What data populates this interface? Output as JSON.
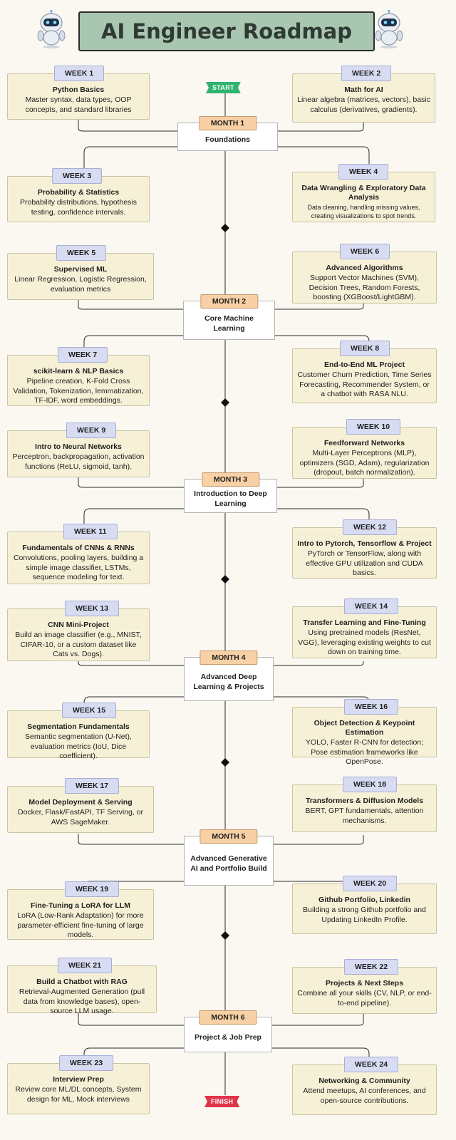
{
  "title": "AI Engineer Roadmap",
  "start_label": "START",
  "finish_label": "FINISH",
  "months": [
    {
      "tag": "MONTH 1",
      "title": "Foundations"
    },
    {
      "tag": "MONTH 2",
      "title": "Core Machine Learning"
    },
    {
      "tag": "MONTH 3",
      "title": "Introduction to Deep Learning"
    },
    {
      "tag": "MONTH 4",
      "title": "Advanced Deep Learning  & Projects"
    },
    {
      "tag": "MONTH 5",
      "title": "Advanced Generative AI and Portfolio Build"
    },
    {
      "tag": "MONTH 6",
      "title": "Project & Job Prep"
    }
  ],
  "weeks": [
    {
      "tag": "WEEK 1",
      "title": "Python Basics",
      "desc": "Master syntax, data types, OOP concepts, and standard libraries"
    },
    {
      "tag": "WEEK 2",
      "title": "Math for AI",
      "desc": "Linear algebra (matrices, vectors), basic calculus (derivatives, gradients)."
    },
    {
      "tag": "WEEK 3",
      "title": "Probability & Statistics",
      "desc": "Probability distributions, hypothesis testing, confidence intervals."
    },
    {
      "tag": "WEEK 4",
      "title": "Data Wrangling & Exploratory Data Analysis",
      "desc": "Data cleaning, handling missing values, creating visualizations to spot trends."
    },
    {
      "tag": "WEEK 5",
      "title": "Supervised ML",
      "desc": "Linear Regression, Logistic Regression, evaluation metrics"
    },
    {
      "tag": "WEEK 6",
      "title": "Advanced Algorithms",
      "desc": "Support Vector Machines (SVM), Decision Trees, Random Forests, boosting (XGBoost/LightGBM)."
    },
    {
      "tag": "WEEK 7",
      "title": "scikit-learn & NLP Basics",
      "desc": "Pipeline creation, K-Fold Cross Validation, Tokenization, lemmatization, TF-IDF, word embeddings."
    },
    {
      "tag": "WEEK 8",
      "title": "End-to-End ML Project",
      "desc": "Customer Churn Prediction, Time Series Forecasting, Recommender System, or a chatbot with RASA NLU."
    },
    {
      "tag": "WEEK 9",
      "title": "Intro to Neural Networks",
      "desc": "Perceptron, backpropagation, activation functions (ReLU, sigmoid, tanh)."
    },
    {
      "tag": "WEEK 10",
      "title": "Feedforward Networks",
      "desc": "Multi-Layer Perceptrons (MLP), optimizers (SGD, Adam), regularization (dropout, batch normalization)."
    },
    {
      "tag": "WEEK 11",
      "title": "Fundamentals of CNNs & RNNs",
      "desc": "Convolutions, pooling layers, building a simple image classifier, LSTMs, sequence modeling for text."
    },
    {
      "tag": "WEEK 12",
      "title": "Intro to Pytorch, Tensorflow & Project",
      "desc": "PyTorch or TensorFlow, along with effective GPU utilization and CUDA basics."
    },
    {
      "tag": "WEEK 13",
      "title": "CNN Mini-Project",
      "desc": "Build an image classifier (e.g., MNIST, CIFAR-10, or a custom dataset like Cats vs. Dogs)."
    },
    {
      "tag": "WEEK 14",
      "title": "Transfer Learning and Fine-Tuning",
      "desc": "Using pretrained models (ResNet, VGG), leveraging existing weights to cut down on training time."
    },
    {
      "tag": "WEEK 15",
      "title": "Segmentation Fundamentals",
      "desc": "Semantic segmentation (U-Net), evaluation metrics (IoU, Dice coefficient)."
    },
    {
      "tag": "WEEK 16",
      "title": "Object Detection & Keypoint Estimation",
      "desc": "YOLO, Faster R-CNN for detection; Pose estimation frameworks like OpenPose."
    },
    {
      "tag": "WEEK 17",
      "title": "Model Deployment & Serving",
      "desc": "Docker, Flask/FastAPI, TF Serving, or AWS SageMaker."
    },
    {
      "tag": "WEEK 18",
      "title": "Transformers & Diffusion Models",
      "desc": "BERT, GPT fundamentals, attention mechanisms."
    },
    {
      "tag": "WEEK 19",
      "title": "Fine-Tuning a LoRA for LLM",
      "desc": "LoRA (Low-Rank Adaptation) for more parameter-efficient fine-tuning of large models."
    },
    {
      "tag": "WEEK 20",
      "title": "Github Portfolio, Linkedin",
      "desc": "Building a strong Github portfolio and Updating LinkedIn Profile."
    },
    {
      "tag": "WEEK 21",
      "title": "Build a Chatbot with RAG",
      "desc": "Retrieval-Augmented Generation (pull data from knowledge bases), open-source LLM usage."
    },
    {
      "tag": "WEEK 22",
      "title": "Projects & Next Steps",
      "desc": "Combine all your skills (CV, NLP, or end-to-end pipeline)."
    },
    {
      "tag": "WEEK 23",
      "title": "Interview Prep",
      "desc": "Review core ML/DL concepts, System design for ML, Mock interviews"
    },
    {
      "tag": "WEEK 24",
      "title": "Networking & Community",
      "desc": "Attend meetups, AI conferences, and open-source contributions."
    }
  ]
}
